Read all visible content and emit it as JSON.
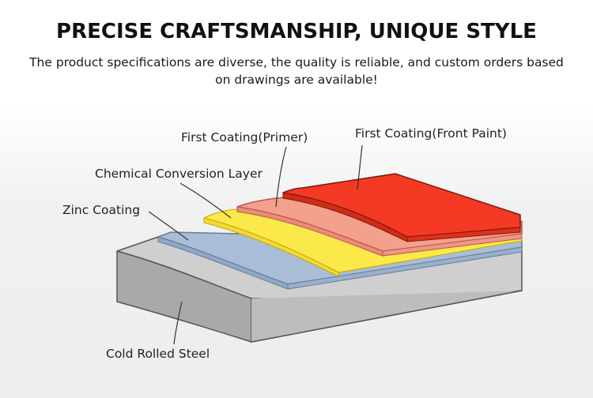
{
  "header": {
    "title": "PRECISE CRAFTSMANSHIP, UNIQUE STYLE",
    "subtitle": "The product specifications are diverse, the quality is reliable, and custom orders based on drawings are available!"
  },
  "diagram": {
    "layers": [
      {
        "key": "steel",
        "label": "Cold Rolled Steel",
        "color": "#b3b3b3"
      },
      {
        "key": "zinc",
        "label": "Zinc Coating",
        "color": "#a9bdd6"
      },
      {
        "key": "conversion",
        "label": "Chemical Conversion Layer",
        "color": "#fbe84a"
      },
      {
        "key": "primer",
        "label": "First Coating(Primer)",
        "color": "#f3a08d"
      },
      {
        "key": "front",
        "label": "First Coating(Front Paint)",
        "color": "#f43a24"
      }
    ]
  }
}
